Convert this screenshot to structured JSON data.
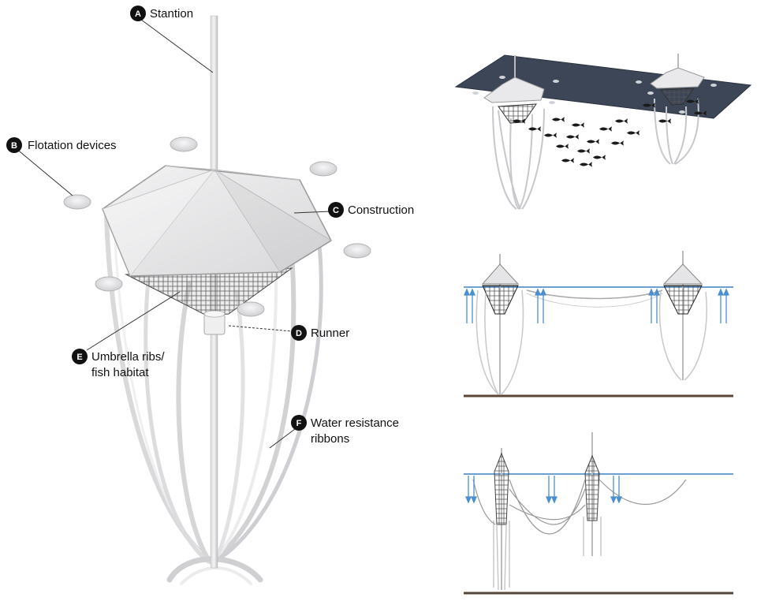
{
  "labels": {
    "a": {
      "letter": "A",
      "text": "Stantion"
    },
    "b": {
      "letter": "B",
      "text": "Flotation devices"
    },
    "c": {
      "letter": "C",
      "text": "Construction"
    },
    "d": {
      "letter": "D",
      "text": "Runner"
    },
    "e": {
      "letter": "E",
      "line1": "Umbrella ribs/",
      "line2": "fish habitat"
    },
    "f": {
      "letter": "F",
      "line1": "Water resistance",
      "line2": "ribbons"
    }
  },
  "colors": {
    "water_line": "#3b82c4",
    "arrow": "#4a90d0",
    "seabed": "#5a4636",
    "structure": "#e8e8ea",
    "structure_shade": "#c9c9cc",
    "net": "#555",
    "water_plane": "#3c4657",
    "fish": "#1a1a1a"
  },
  "icons": {
    "up_arrows": "arrow-up-icon",
    "down_arrows": "arrow-down-icon",
    "fish": "fish-icon"
  }
}
